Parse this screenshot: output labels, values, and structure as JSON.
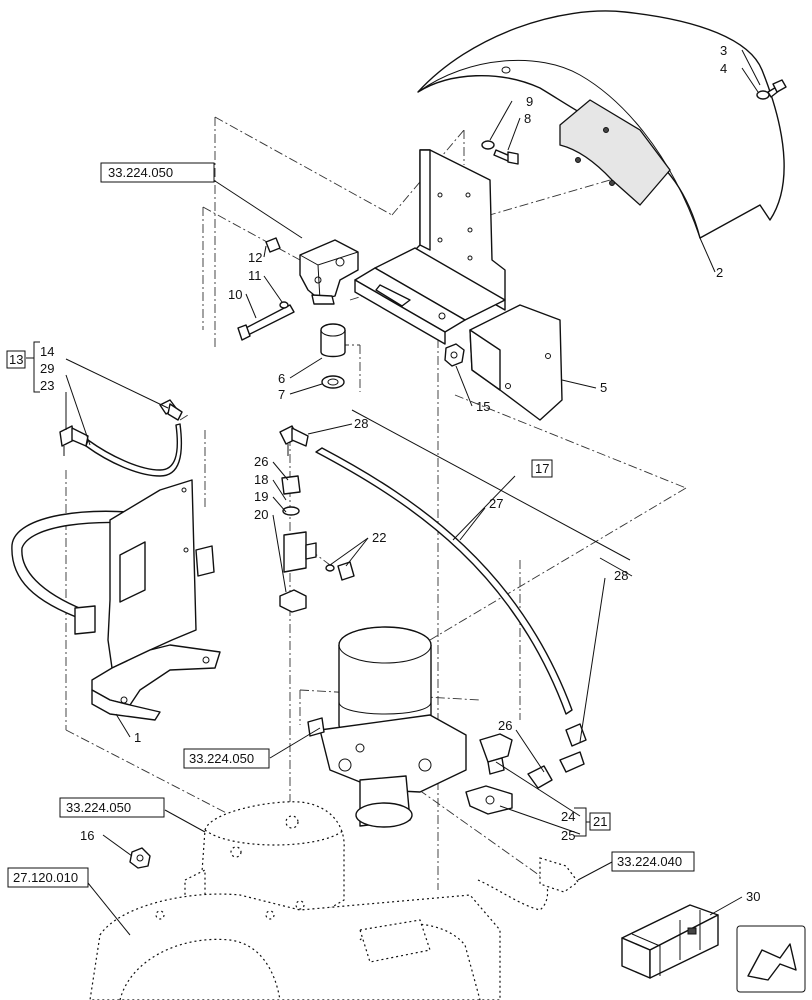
{
  "diagram": {
    "part_numbers": {
      "n1": "1",
      "n2": "2",
      "n3": "3",
      "n4": "4",
      "n5": "5",
      "n6": "6",
      "n7": "7",
      "n8": "8",
      "n9": "9",
      "n10": "10",
      "n11": "11",
      "n12": "12",
      "n14": "14",
      "n15": "15",
      "n16": "16",
      "n18": "18",
      "n19": "19",
      "n20": "20",
      "n22": "22",
      "n23": "23",
      "n24": "24",
      "n25": "25",
      "n26a": "26",
      "n26b": "26",
      "n27": "27",
      "n28a": "28",
      "n28b": "28",
      "n29": "29",
      "n30": "30"
    },
    "kit_numbers": {
      "k13": "13",
      "k17": "17",
      "k21": "21"
    },
    "section_refs": {
      "ref_valve_top": "33.224.050",
      "ref_dryer": "33.224.050",
      "ref_compressor": "33.224.050",
      "ref_pipe": "33.224.040",
      "ref_engine": "27.120.010"
    },
    "nav_icon": "next-page-arrow-icon"
  }
}
